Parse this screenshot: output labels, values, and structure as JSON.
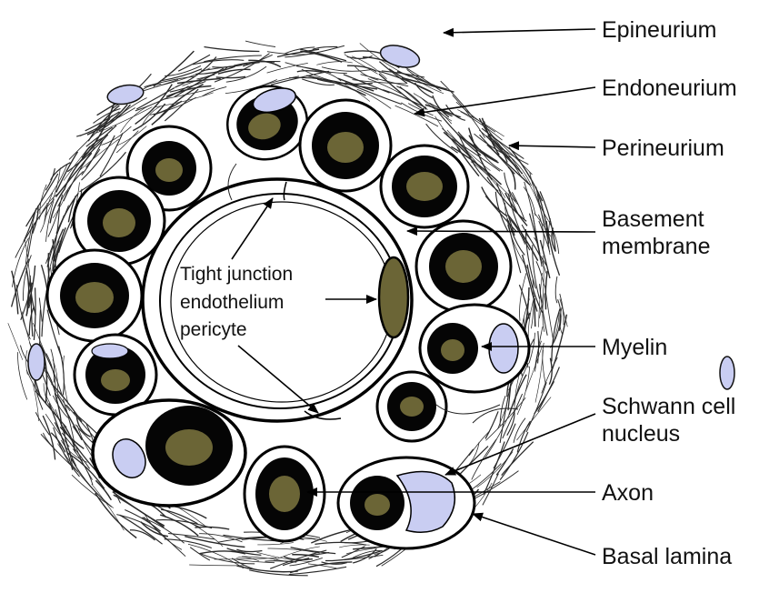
{
  "labels": {
    "epineurium": "Epineurium",
    "endoneurium": "Endoneurium",
    "perineurium": "Perineurium",
    "basement_line1": "Basement",
    "basement_line2": "membrane",
    "myelin": "Myelin",
    "schwann_line1": "Schwann cell",
    "schwann_line2": "nucleus",
    "axon": "Axon",
    "basal_lamina": "Basal lamina"
  },
  "center": {
    "line1": "Tight junction",
    "line2": "endothelium",
    "line3": "pericyte"
  },
  "colors": {
    "axon": "#6b6536",
    "nucleus": "#c9cdf2",
    "myelin": "#050505",
    "fiber": "#2a2a2a"
  }
}
